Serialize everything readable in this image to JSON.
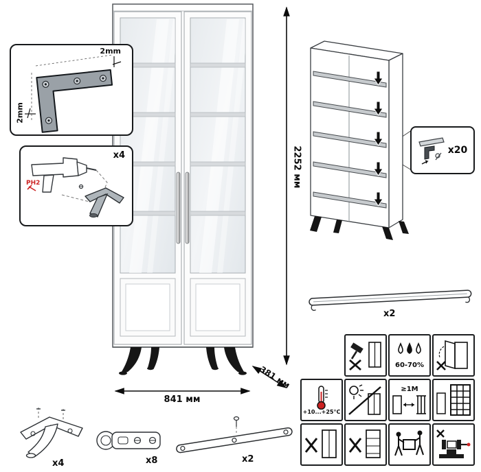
{
  "callouts": {
    "corner": {
      "dim_top": "2mm",
      "dim_side": "2mm"
    },
    "drill": {
      "count": "x4",
      "bit": "PH2"
    },
    "shelf_pins": {
      "count": "x20"
    },
    "handle": {
      "count": "x2"
    }
  },
  "dimensions": {
    "height": "2252 мм",
    "width": "841 мм",
    "depth": "381 мм"
  },
  "parts": {
    "leg_count": "x4",
    "hinge_count": "x8",
    "strap_count": "x2"
  },
  "care": {
    "humidity": "60-70%",
    "temperature": "+10...+25°C",
    "distance": "≥1M"
  },
  "colors": {
    "line": "#17191b",
    "accent_red": "#cc2222",
    "glass": "#edf0f3",
    "shelf": "#d7dadd"
  }
}
